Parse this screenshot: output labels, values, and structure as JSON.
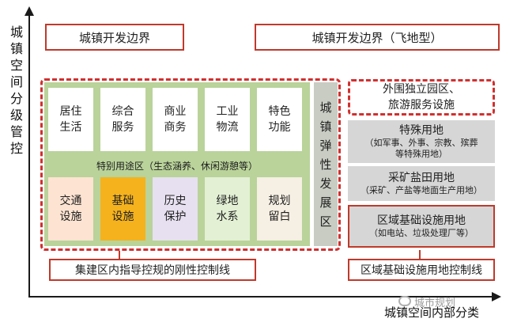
{
  "axes": {
    "y_title": "城镇空间分级管控",
    "x_title": "城镇空间内部分类"
  },
  "header": {
    "left_boundary": "城镇开发边界",
    "right_boundary": "城镇开发边界（飞地型）"
  },
  "main": {
    "top_cells": [
      "居住生活",
      "综合服务",
      "商业商务",
      "工业物流",
      "特色功能"
    ],
    "band": "特别用途区（生态涵养、休闲游憩等）",
    "bottom_cells": [
      "交通设施",
      "基础设施",
      "历史保护",
      "绿地水系",
      "规划留白"
    ],
    "elastic_zone": "城镇弹性发展区"
  },
  "right": {
    "enclave": {
      "line1": "外围独立园区、",
      "line2": "旅游服务设施"
    },
    "special": {
      "title": "特殊用地",
      "sub1": "（如军事、外事、宗教、殡葬",
      "sub2": "等特殊用地）"
    },
    "mining": {
      "title": "采矿盐田用地",
      "sub1": "（采矿、产盐等地面生产用地）"
    },
    "infra": {
      "title": "区域基础设施用地",
      "sub1": "（如电站、垃圾处理厂等）"
    }
  },
  "controls": {
    "left": "集建区内指导控规的刚性控制线",
    "right": "区域基础设施用地控制线"
  },
  "watermark": "城市规划",
  "colors": {
    "red": "#d0302f",
    "green": "#b9d39a",
    "cell_white": "#ffffff",
    "cell_peach": "#fde3d2",
    "cell_orange": "#f5b21d",
    "cell_lavender": "#e7e0f0",
    "cell_lightgreen": "#e3f0d4",
    "cell_sand": "#f6efe3",
    "gray": "#d6d6d6"
  }
}
